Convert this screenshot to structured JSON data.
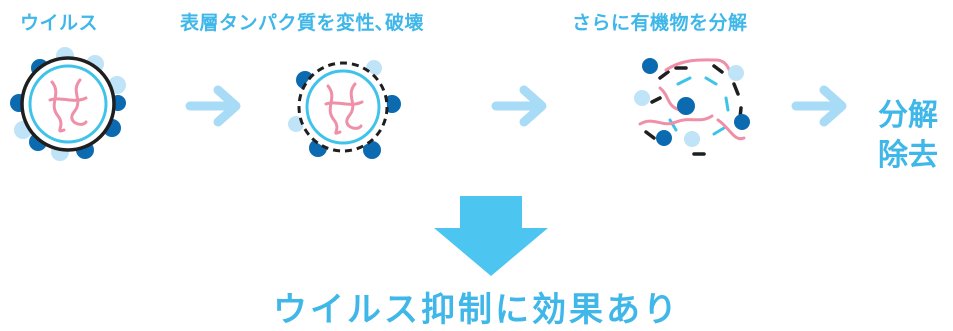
{
  "colors": {
    "accent": "#3fb7e8",
    "arrow_light": "#a8dbf5",
    "protein_dark": "#0b6ab0",
    "protein_light": "#bfe3f7",
    "rna": "#ef8fa8",
    "envelope": "#1f1f1f",
    "inner_ring": "#3fc3ea"
  },
  "stages": [
    {
      "label": "ウイルス"
    },
    {
      "label": "表層タンパク質を変性､破壊"
    },
    {
      "label": "さらに有機物を分解"
    }
  ],
  "result": {
    "line1": "分解",
    "line2": "除去"
  },
  "conclusion": "ウイルス抑制に効果あり"
}
